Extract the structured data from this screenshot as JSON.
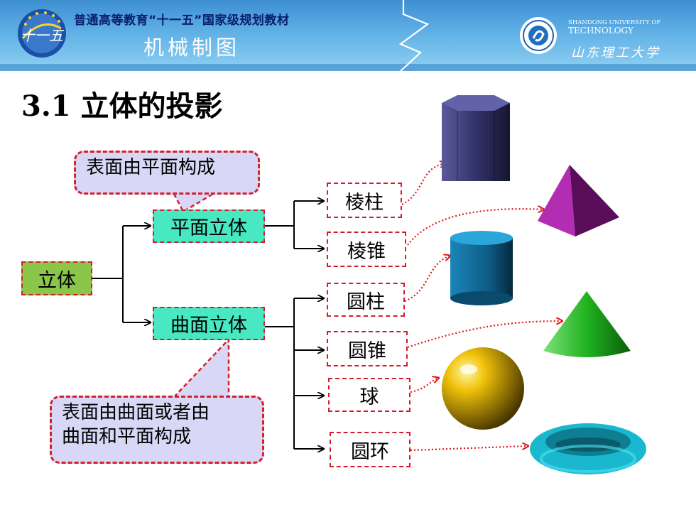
{
  "header": {
    "series": "普通高等教育“十一五”国家级规划教材",
    "course": "机械制图",
    "logo_text": "十一五",
    "uni_en_line1": "SHANDONG UNIVERSITY OF",
    "uni_en_line2": "TECHNOLOGY",
    "uni_cn": "山东理工大学"
  },
  "title": "3.1 立体的投影",
  "diagram": {
    "root": "立体",
    "plane": "平面立体",
    "curved": "曲面立体",
    "callout_plane": "表面由平面构成",
    "callout_curved_line1": "表面由曲面或者由",
    "callout_curved_line2": "曲面和平面构成",
    "leaves": [
      "棱柱",
      "棱锥",
      "圆柱",
      "圆锥",
      "球",
      "圆环"
    ]
  },
  "colors": {
    "root_fill": "#8bc64a",
    "branch_fill": "#47e8c2",
    "dashed_border": "#d21d2a",
    "callout_fill": "#d9d7f6"
  }
}
